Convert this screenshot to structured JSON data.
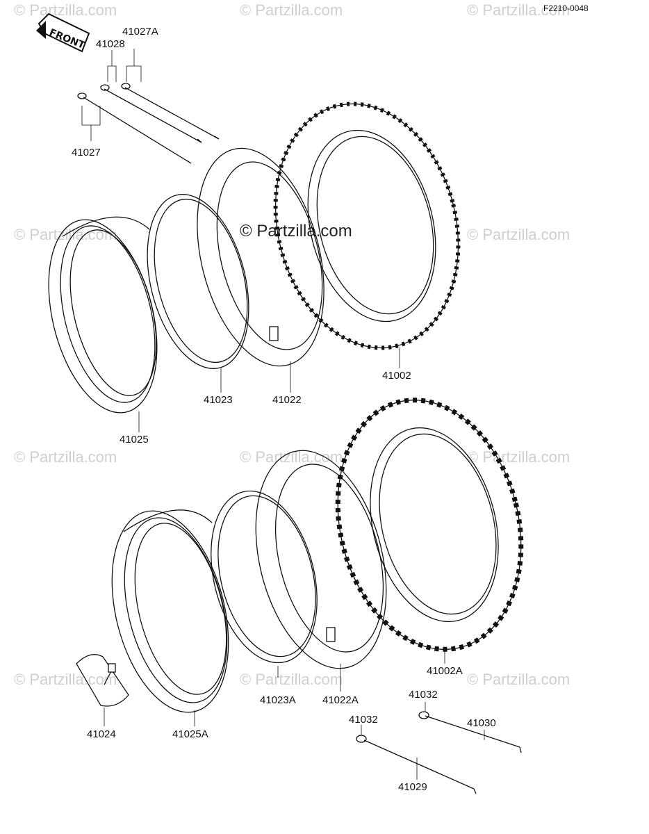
{
  "diagram_code": "F2210-0048",
  "front_label": "FRONT",
  "watermark": "© Partzilla.com",
  "parts": {
    "p41027A": "41027A",
    "p41028": "41028",
    "p41027": "41027",
    "p41002": "41002",
    "p41023": "41023",
    "p41022": "41022",
    "p41025": "41025",
    "p41002A": "41002A",
    "p41023A": "41023A",
    "p41022A": "41022A",
    "p41024": "41024",
    "p41025A": "41025A",
    "p41032a": "41032",
    "p41030": "41030",
    "p41032b": "41032",
    "p41029": "41029"
  }
}
